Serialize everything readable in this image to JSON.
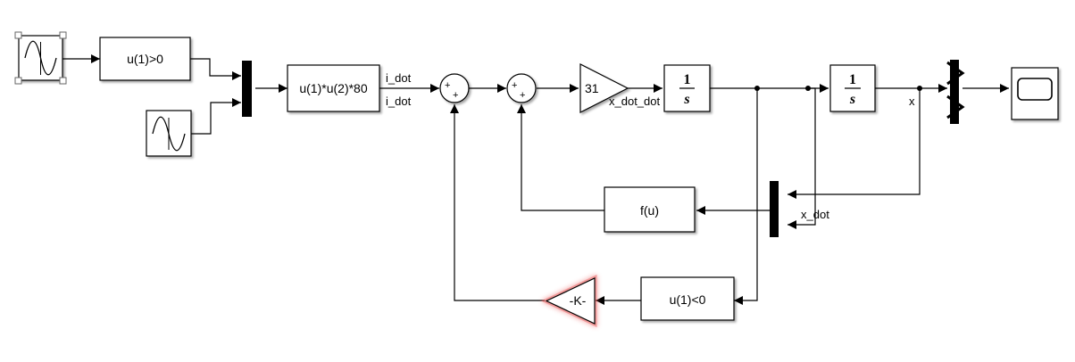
{
  "blocks": {
    "compare_positive": "u(1)>0",
    "multiply": "u(1)*u(2)*80",
    "gain_31": "31",
    "integrator1_num": "1",
    "integrator1_den": "s",
    "integrator2_num": "1",
    "integrator2_den": "s",
    "fcn": "f(u)",
    "compare_negative": "u(1)<0",
    "gain_k": "-K-"
  },
  "signals": {
    "i_dot_top": "i_dot",
    "i_dot_bottom": "i_dot",
    "x_dot_dot": "x_dot_dot",
    "x": "x",
    "x_dot": "x_dot"
  },
  "sum_signs": {
    "sum1": [
      "+",
      "+"
    ],
    "sum2": [
      "+",
      "+"
    ]
  },
  "colors": {
    "highlight": "#e84a4a",
    "line": "#000000",
    "block_fill": "#ffffff"
  },
  "icons": [
    "sine-wave-icon",
    "scope-icon",
    "mux-bar",
    "demux-bar",
    "sum-circle"
  ]
}
